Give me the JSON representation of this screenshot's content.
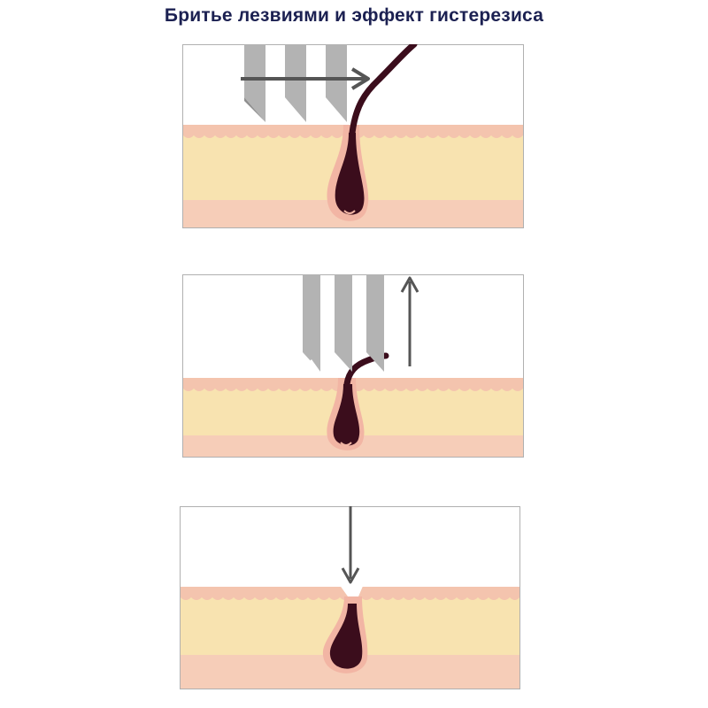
{
  "title": "Бритье лезвиями и эффект гистерезиса",
  "colors": {
    "title": "#1c2152",
    "skin_fill": "#f8e3b0",
    "skin_edge": "#f4c4ae",
    "follicle_ring": "#f2b5a4",
    "hair": "#3b0d1c",
    "blade": "#b3b3b3",
    "arrow": "#555555",
    "frame": "#b0b0b0"
  },
  "panels": [
    {
      "step": 1,
      "blade_motion": "right",
      "hair_state": "long-curved-being-cut"
    },
    {
      "step": 2,
      "blade_motion": "up",
      "hair_state": "short-cut-stub"
    },
    {
      "step": 3,
      "blade_motion": "down",
      "hair_state": "retracted-below-skin"
    }
  ]
}
